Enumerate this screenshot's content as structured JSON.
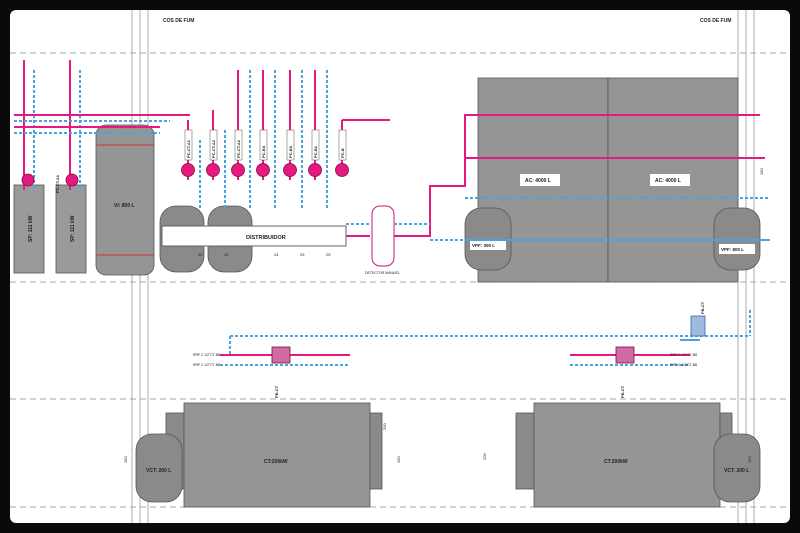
{
  "header": {
    "flue_left": "COS DE FUM",
    "flue_right": "COS DE FUM"
  },
  "colors": {
    "hot": "#e6197f",
    "cold": "#4aa3df",
    "equipment": "#8f8f8f",
    "equipment_dark": "#6e6e6e",
    "line": "#555555"
  },
  "equipment": {
    "heat_exchanger_1": "SP: 111 kW",
    "heat_exchanger_2": "SP: 111 kW",
    "buffer_tank": "VI: 800 L",
    "distributor": "DISTRIBUIDOR",
    "dirt_separator": "DETECTOR MANUEL",
    "expansion_vessel": "VPF: 300 L",
    "chiller_1": "AC: 4000 L",
    "chiller_2": "AC: 4000 L",
    "expansion_vessel_right": "VPF: 800 L",
    "boiler_1": "CT:200kW",
    "boiler_2": "CT:200kW",
    "vessel_1": "VCT: 200 L",
    "vessel_2": "VCT: 200 L"
  },
  "pumps": {
    "p1": "PC-CT.A1",
    "p2": "PC-CT.A2",
    "p3": "PC-CT.A2",
    "p4": "PC-B4",
    "p5": "PC-B3",
    "p6": "PC-B1",
    "p7": "PC-B2",
    "p8": "PC-B",
    "sp1": "PC-CT.A1",
    "sp2": "PC-CT.A2"
  },
  "boiler_pumps": {
    "left": "PB-CT",
    "right": "PB-CT",
    "top_right": "PB-CT"
  },
  "pipe_tags": {
    "left_1": "RRF 2 1/2\"CT-B8",
    "left_2": "RRF 2 1/2\"CT-B8",
    "right_1": "RRF 2 1/2\"CT-B8",
    "right_2": "RRF 2 1/2\"CT-B8"
  },
  "dims": {
    "d1": "25",
    "d2": "25",
    "d3": "24",
    "d4": "25",
    "d5": "25",
    "d6": "150",
    "d7": "150",
    "d8": "200",
    "d9": "200",
    "d10": "150",
    "d11": "150"
  }
}
